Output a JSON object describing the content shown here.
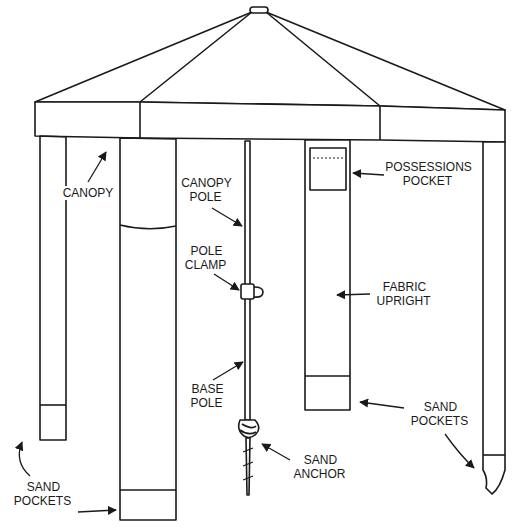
{
  "diagram": {
    "labels": [
      "CANOPY",
      "CANOPY POLE",
      "POLE CLAMP",
      "POSSESSIONS POCKET",
      "FABRIC UPRIGHT",
      "BASE POLE",
      "SAND POCKETS",
      "SAND ANCHOR",
      "SAND POCKETS"
    ]
  }
}
